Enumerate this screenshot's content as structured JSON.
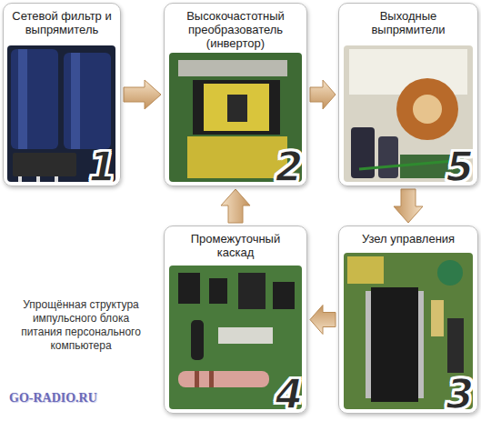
{
  "diagram": {
    "caption": "Упрощённая структура импульсного блока питания персонального компьютера",
    "nodes": [
      {
        "text": [
          "Сетевой фильтр и выпрямитель",
          "1"
        ]
      },
      {
        "text": [
          "Высокочастотный преобразователь (инвертор)",
          "2"
        ]
      },
      {
        "text": [
          "Выходные выпрямители",
          "5"
        ]
      },
      {
        "text": [
          "Промежуточный каскад",
          "4"
        ]
      },
      {
        "text": [
          "Узел управления",
          "3"
        ]
      }
    ],
    "edges": [
      {
        "from": 0,
        "to": 1,
        "arrow": "to"
      },
      {
        "from": 1,
        "to": 2,
        "arrow": "to"
      },
      {
        "from": 2,
        "to": 4,
        "arrow": "to"
      },
      {
        "from": 4,
        "to": 3,
        "arrow": "to"
      },
      {
        "from": 3,
        "to": 1,
        "arrow": "to"
      }
    ],
    "labels": [
      "GO-RADIO.RU"
    ]
  }
}
